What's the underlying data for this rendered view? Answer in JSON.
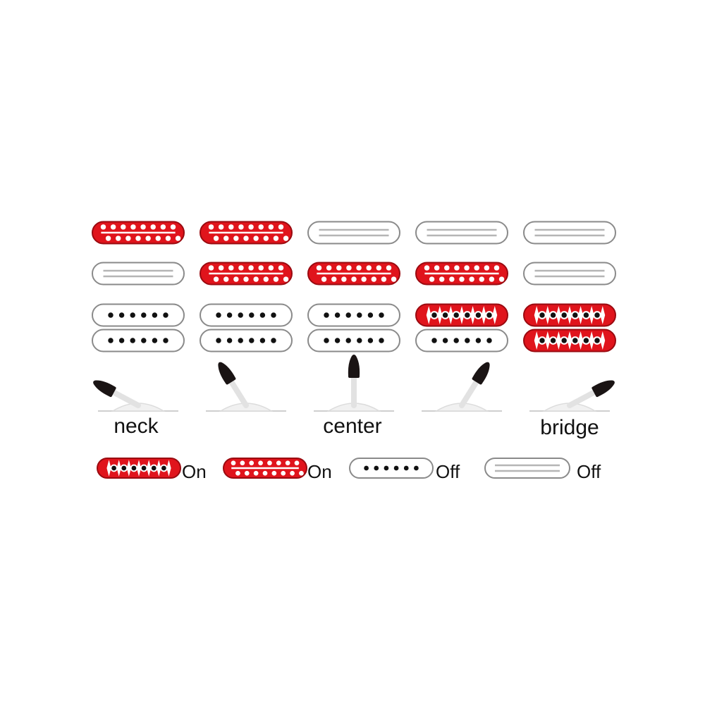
{
  "colors": {
    "active": "#e0141c",
    "outline": "#8a8a8a",
    "pole": "#111111",
    "rail": "#b5b5b5",
    "knob": "#1a1414",
    "base": "#cfcfcf"
  },
  "positions": [
    {
      "label": "neck",
      "lever": "left",
      "neck": "on",
      "middle": "off",
      "bridge_top": "off",
      "bridge_bottom": "off"
    },
    {
      "label": "",
      "lever": "mid-left",
      "neck": "on",
      "middle": "on",
      "bridge_top": "off",
      "bridge_bottom": "off"
    },
    {
      "label": "center",
      "lever": "center",
      "neck": "off",
      "middle": "on",
      "bridge_top": "off",
      "bridge_bottom": "off"
    },
    {
      "label": "",
      "lever": "mid-right",
      "neck": "off",
      "middle": "on",
      "bridge_top": "on",
      "bridge_bottom": "off"
    },
    {
      "label": "bridge",
      "lever": "right",
      "neck": "off",
      "middle": "off",
      "bridge_top": "on",
      "bridge_bottom": "on"
    }
  ],
  "legend": [
    {
      "pickup": "humbucker-coil",
      "state": "on",
      "text": "On"
    },
    {
      "pickup": "single-coil",
      "state": "on",
      "text": "On"
    },
    {
      "pickup": "humbucker-coil",
      "state": "off",
      "text": "Off"
    },
    {
      "pickup": "single-coil",
      "state": "off",
      "text": "Off"
    }
  ]
}
